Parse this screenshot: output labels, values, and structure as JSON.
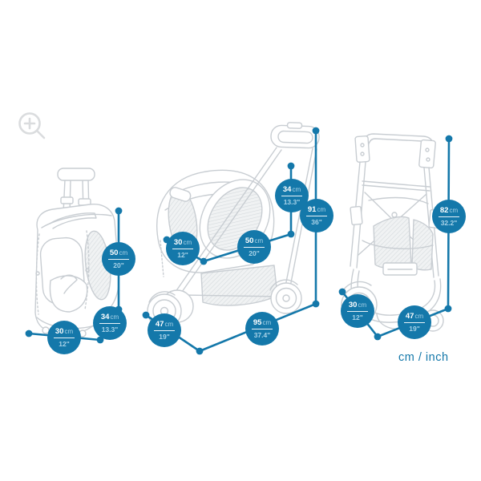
{
  "colors": {
    "accent": "#1478AA",
    "accent_light": "#A9D3E8",
    "sketch": "#C8CDD2",
    "icon_gray": "#DADCDE"
  },
  "icons": {
    "top_left": "magnifier-plus-icon"
  },
  "caption": {
    "units": "cm / inch"
  },
  "items": [
    {
      "id": "carrier-bag",
      "measurements": [
        {
          "value": "50",
          "unit": "cm",
          "inch": "20\""
        },
        {
          "value": "34",
          "unit": "cm",
          "inch": "13.3\""
        },
        {
          "value": "30",
          "unit": "cm",
          "inch": "12\""
        }
      ]
    },
    {
      "id": "stroller-open",
      "measurements": [
        {
          "value": "34",
          "unit": "cm",
          "inch": "13.3\""
        },
        {
          "value": "91",
          "unit": "cm",
          "inch": "36\""
        },
        {
          "value": "30",
          "unit": "cm",
          "inch": "12\""
        },
        {
          "value": "50",
          "unit": "cm",
          "inch": "20\""
        },
        {
          "value": "47",
          "unit": "cm",
          "inch": "19\""
        },
        {
          "value": "95",
          "unit": "cm",
          "inch": "37.4\""
        }
      ]
    },
    {
      "id": "stroller-folded",
      "measurements": [
        {
          "value": "82",
          "unit": "cm",
          "inch": "32.2\""
        },
        {
          "value": "30",
          "unit": "cm",
          "inch": "12\""
        },
        {
          "value": "47",
          "unit": "cm",
          "inch": "19\""
        }
      ]
    }
  ]
}
